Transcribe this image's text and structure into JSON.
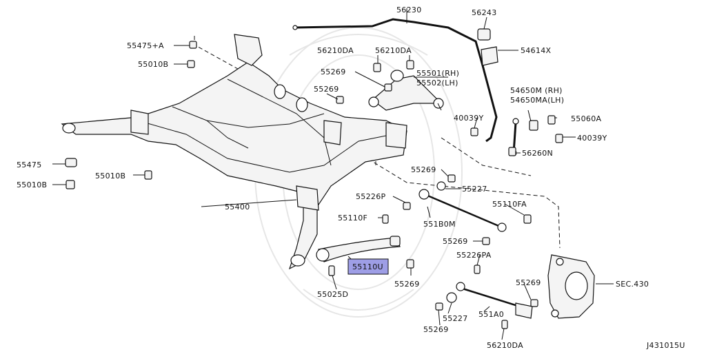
{
  "diagram": {
    "colors": {
      "ink": "#111111",
      "highlight": "#9e9ee6",
      "watermark": "#e6e6e6"
    },
    "labels": {
      "p56230": "56230",
      "p56243": "56243",
      "p55475A": "55475+A",
      "p55010B_top": "55010B",
      "p56210DA_a": "56210DA",
      "p56210DA_b": "56210DA",
      "p54614X": "54614X",
      "p55269_a": "55269",
      "p55501": "55501(RH)",
      "p55502": "55502(LH)",
      "p55269_b": "55269",
      "p54650M": "54650M (RH)",
      "p54650MA": "54650MA(LH)",
      "p40039Y_a": "40039Y",
      "p55060A": "55060A",
      "p40039Y_b": "40039Y",
      "p56260N": "56260N",
      "p55475": "55475",
      "p55010B_mid": "55010B",
      "p55010B_left": "55010B",
      "p55269_c": "55269",
      "p55227_a": "55227",
      "p55226P": "55226P",
      "p55110FA": "55110FA",
      "p55400": "55400",
      "p55110F": "55110F",
      "p551B0M": "551B0M",
      "p55269_d": "55269",
      "p55110U": "55110U",
      "p55226PA": "55226PA",
      "p55269_e": "55269",
      "p55025D": "55025D",
      "p55269_f": "55269",
      "pSEC430": "SEC.430",
      "p55227_b": "55227",
      "p551A0": "551A0",
      "p55269_g": "55269",
      "p56210DA_c": "56210DA",
      "code": "J431015U"
    }
  }
}
